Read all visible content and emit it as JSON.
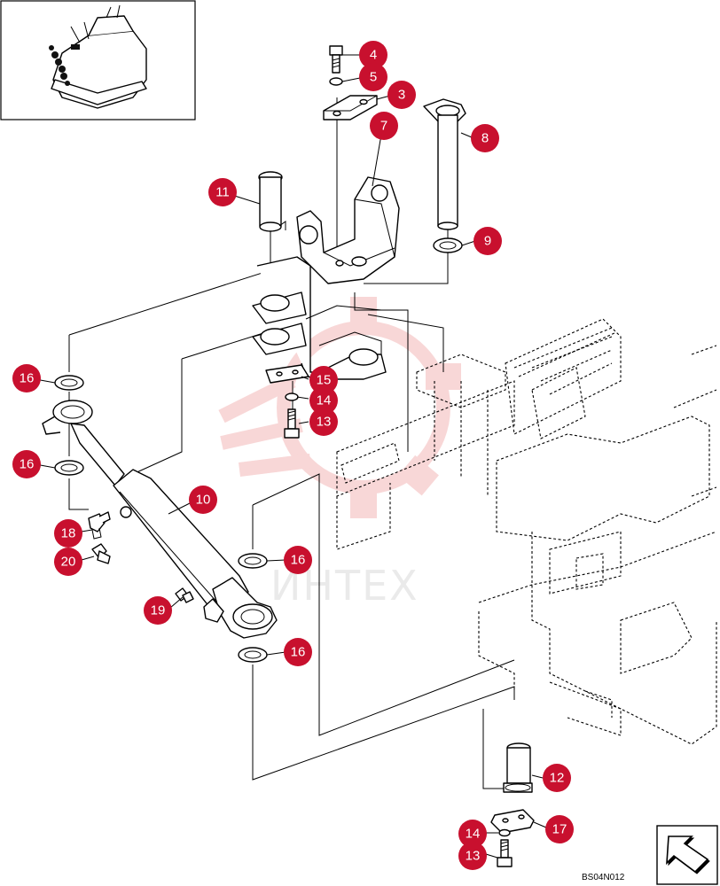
{
  "drawing_reference": "BS04N012",
  "watermark_text": "ИНТЕХ",
  "callout_color": "#c8102e",
  "callouts": [
    {
      "id": "c4",
      "label": "4"
    },
    {
      "id": "c5",
      "label": "5"
    },
    {
      "id": "c3",
      "label": "3"
    },
    {
      "id": "c7",
      "label": "7"
    },
    {
      "id": "c8",
      "label": "8"
    },
    {
      "id": "c11",
      "label": "11"
    },
    {
      "id": "c9",
      "label": "9"
    },
    {
      "id": "c16a",
      "label": "16"
    },
    {
      "id": "c15",
      "label": "15"
    },
    {
      "id": "c14a",
      "label": "14"
    },
    {
      "id": "c13a",
      "label": "13"
    },
    {
      "id": "c16b",
      "label": "16"
    },
    {
      "id": "c10",
      "label": "10"
    },
    {
      "id": "c18",
      "label": "18"
    },
    {
      "id": "c20",
      "label": "20"
    },
    {
      "id": "c16c",
      "label": "16"
    },
    {
      "id": "c19",
      "label": "19"
    },
    {
      "id": "c16d",
      "label": "16"
    },
    {
      "id": "c12",
      "label": "12"
    },
    {
      "id": "c17",
      "label": "17"
    },
    {
      "id": "c14b",
      "label": "14"
    },
    {
      "id": "c13b",
      "label": "13"
    }
  ],
  "icons": {
    "inset": "machine-overview-icon",
    "direction": "front-arrow-icon"
  }
}
